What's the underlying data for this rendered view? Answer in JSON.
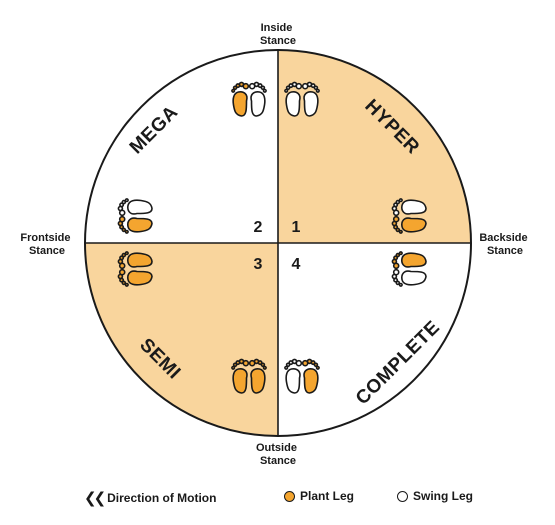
{
  "colors": {
    "plant": "#F4A52F",
    "shade": "#F9D59D",
    "swing": "#FFFFFF",
    "ink": "#1A1A1A"
  },
  "stances": {
    "top": [
      "Inside",
      "Stance"
    ],
    "bottom": [
      "Outside",
      "Stance"
    ],
    "left": [
      "Frontside",
      "Stance"
    ],
    "right": [
      "Backside",
      "Stance"
    ]
  },
  "quadrants": [
    {
      "number": "1",
      "name": "HYPER"
    },
    {
      "number": "2",
      "name": "MEGA"
    },
    {
      "number": "3",
      "name": "SEMI"
    },
    {
      "number": "4",
      "name": "COMPLETE"
    }
  ],
  "footprints": [
    {
      "location": "mega-top",
      "plant": "left"
    },
    {
      "location": "hyper-top",
      "plant": "none"
    },
    {
      "location": "mega-left",
      "plant": "bottom"
    },
    {
      "location": "hyper-right",
      "plant": "bottom"
    },
    {
      "location": "semi-left",
      "plant": "both"
    },
    {
      "location": "complete-right",
      "plant": "top"
    },
    {
      "location": "semi-bottom",
      "plant": "both"
    },
    {
      "location": "complete-bottom",
      "plant": "right"
    }
  ],
  "legend": {
    "direction_icon": "double-chevron-left-icon",
    "direction": "Direction of Motion",
    "plant": "Plant Leg",
    "swing": "Swing Leg"
  }
}
